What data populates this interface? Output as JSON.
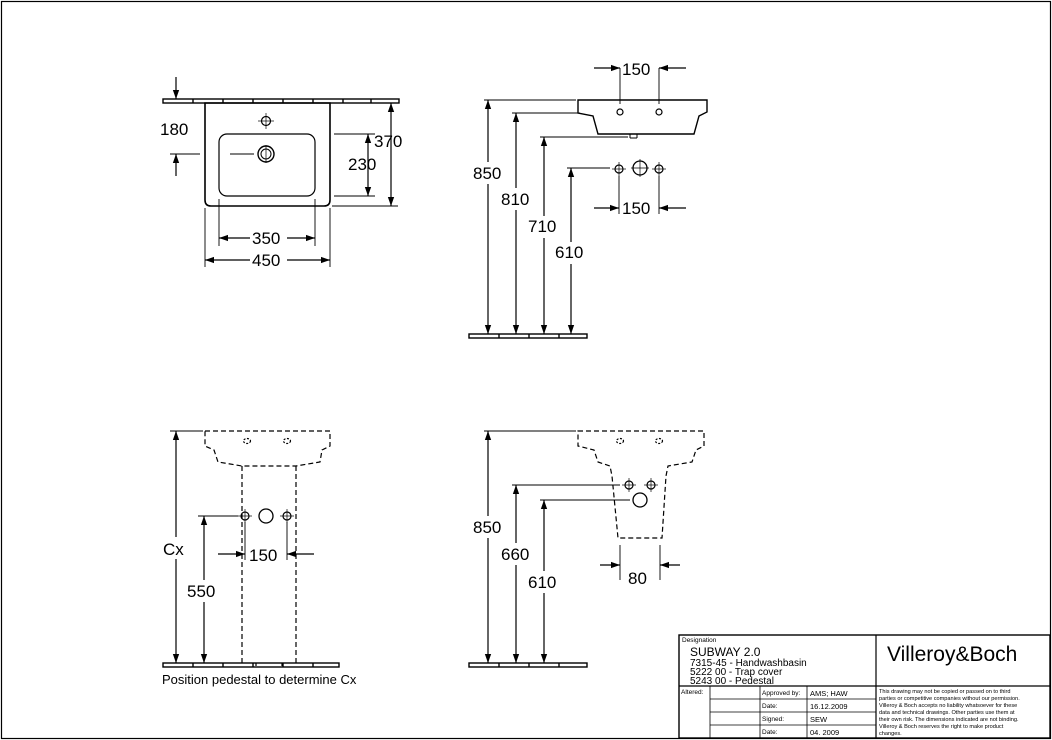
{
  "top_view": {
    "dim_width_outer": "450",
    "dim_width_inner": "350",
    "dim_depth_total": "370",
    "dim_depth_bowl": "230",
    "dim_tap_offset": "180"
  },
  "side_view": {
    "dim_tap_spacing": "150",
    "dim_height_rim": "850",
    "dim_height_underside": "810",
    "dim_height_trap_top": "710",
    "dim_height_outlet": "610",
    "dim_supply_spacing": "150"
  },
  "front_pedestal_view": {
    "dim_height_cx": "Cx",
    "dim_supply_height": "550",
    "dim_supply_spacing": "150",
    "note": "Position pedestal to determine Cx"
  },
  "side_trap_view": {
    "dim_height_rim": "850",
    "dim_height_trap_top": "660",
    "dim_height_outlet": "610",
    "dim_outlet_width": "80"
  },
  "title_block": {
    "designation_label": "Designation",
    "product_name": "SUBWAY 2.0",
    "lines": [
      "7315-45 - Handwashbasin",
      "5222 00 - Trap cover",
      "5243 00 - Pedestal"
    ],
    "brand": "Villeroy&Boch",
    "altered_label": "Altered:",
    "approved_label": "Approved by:",
    "approved_value": "AMS; HAW",
    "date1_label": "Date:",
    "date1_value": "16.12.2009",
    "signed_label": "Signed:",
    "signed_value": "SEW",
    "date2_label": "Date:",
    "date2_value": "04. 2009",
    "disclaimer_lines": [
      "This drawing may not be copied or passed on to third",
      "parties or competitive companies without our permission.",
      "Villeroy & Boch accepts no liability whatsoever for these",
      "data and technical drawings. Other parties use them at",
      "their own risk. The dimensions indicated are not binding.",
      "Villeroy & Boch reserves the right to make product",
      "changes."
    ]
  }
}
